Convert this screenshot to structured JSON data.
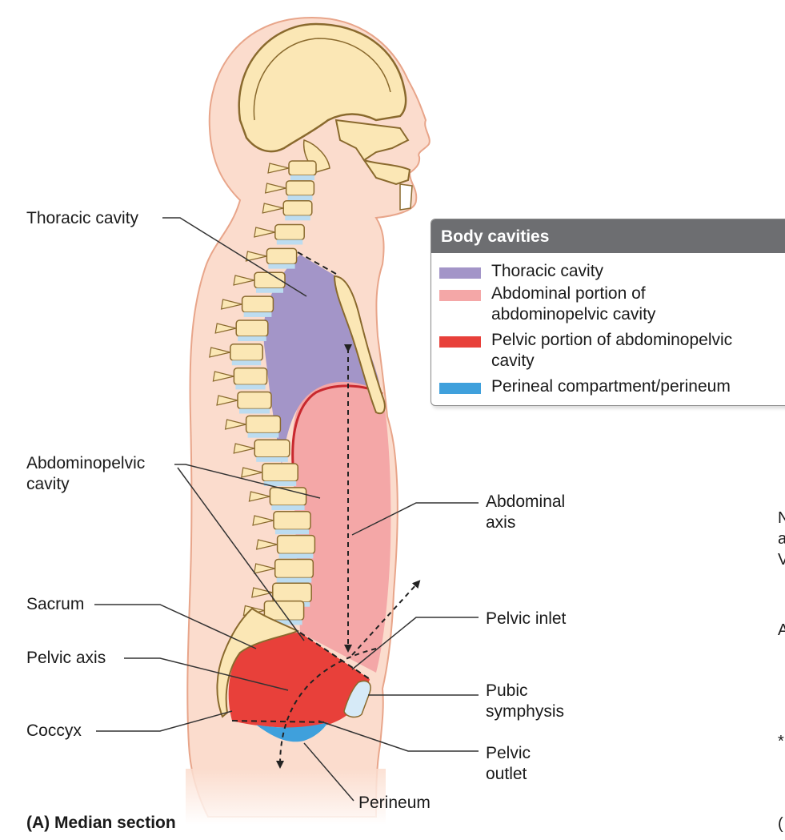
{
  "legend": {
    "title": "Body cavities",
    "items": [
      {
        "label": "Thoracic cavity",
        "color": "#a395c8"
      },
      {
        "label": "Abdominal portion of\nabdominopelvic cavity",
        "color": "#f4a7a7"
      },
      {
        "label": "Pelvic portion of abdominopelvic\ncavity",
        "color": "#e8403a"
      },
      {
        "label": "Perineal compartment/perineum",
        "color": "#3fa0dc"
      }
    ]
  },
  "labels": {
    "thoracic_cavity": "Thoracic cavity",
    "abdominopelvic_cavity": "Abdominopelvic\ncavity",
    "sacrum": "Sacrum",
    "pelvic_axis": "Pelvic axis",
    "coccyx": "Coccyx",
    "abdominal_axis": "Abdominal\naxis",
    "pelvic_inlet": "Pelvic inlet",
    "pubic_symphysis": "Pubic\nsymphysis",
    "pelvic_outlet": "Pelvic\noutlet",
    "perineum": "Perineum"
  },
  "caption": "(A) Median section",
  "colors": {
    "skin": "#fbdccd",
    "skin_outline": "#e8a58a",
    "bone": "#fbe7b5",
    "bone_outline": "#8a6a2e",
    "disc": "#bcdcf0",
    "thoracic": "#a395c8",
    "abdominal": "#f4a7a7",
    "abdominal_rim": "#c8282e",
    "pelvic": "#e8403a",
    "perineum": "#3fa0dc"
  },
  "edge_fragments": [
    "N",
    "a",
    "V",
    "A",
    "(",
    "*"
  ]
}
